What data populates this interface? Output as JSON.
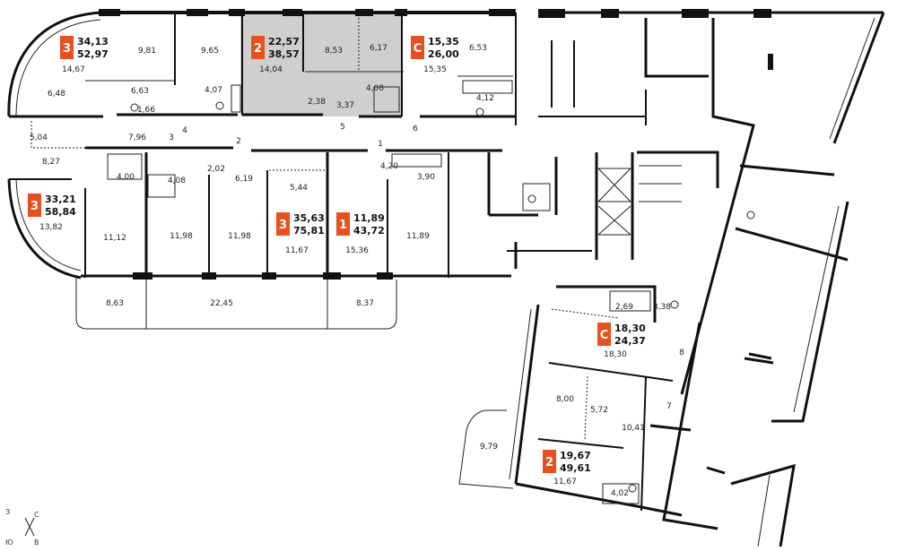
{
  "colors": {
    "badge": "#e8511e",
    "highlight": "#cfcfcf",
    "wall": "#111111"
  },
  "apartments": [
    {
      "id": "apt-1",
      "rooms": "3",
      "living": "34,13",
      "total": "52,97"
    },
    {
      "id": "apt-2",
      "rooms": "2",
      "living": "22,57",
      "total": "38,57",
      "highlighted": true
    },
    {
      "id": "apt-3",
      "rooms": "С",
      "living": "15,35",
      "total": "26,00"
    },
    {
      "id": "apt-4",
      "rooms": "3",
      "living": "33,21",
      "total": "58,84"
    },
    {
      "id": "apt-5",
      "rooms": "3",
      "living": "35,63",
      "total": "75,81"
    },
    {
      "id": "apt-6",
      "rooms": "1",
      "living": "11,89",
      "total": "43,72"
    },
    {
      "id": "apt-7",
      "rooms": "С",
      "living": "18,30",
      "total": "24,37"
    },
    {
      "id": "apt-8",
      "rooms": "2",
      "living": "19,67",
      "total": "49,61"
    }
  ],
  "room_areas": [
    "14,67",
    "9,81",
    "9,65",
    "14,04",
    "8,53",
    "6,17",
    "15,35",
    "6,53",
    "6,48",
    "6,63",
    "4,07",
    "2,38",
    "3,37",
    "4,08",
    "4,12",
    "1,66",
    "5,04",
    "7,96",
    "8,27",
    "4,00",
    "4,08",
    "2,02",
    "6,19",
    "5,44",
    "4,20",
    "3,90",
    "13,82",
    "11,12",
    "11,98",
    "11,98",
    "11,67",
    "15,36",
    "11,89",
    "8,63",
    "22,45",
    "8,37",
    "2,69",
    "3,38",
    "18,30",
    "8,00",
    "5,72",
    "10,41",
    "9,79",
    "11,67",
    "4,02"
  ],
  "door_numbers": [
    "1",
    "2",
    "3",
    "4",
    "5",
    "6",
    "7",
    "8"
  ],
  "compass": {
    "west": "З",
    "north": "С",
    "south": "Ю",
    "east": "В"
  }
}
